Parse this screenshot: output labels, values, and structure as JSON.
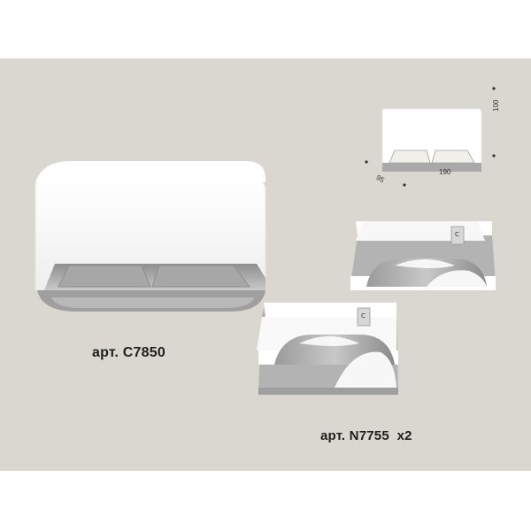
{
  "labels": {
    "housing": "арт. C7850",
    "insert": "арт. N7755  x2"
  },
  "dimensions": {
    "height": "100",
    "width": "190",
    "depth": "95"
  },
  "colors": {
    "background": "#dad7d0",
    "fixture": "#ffffff",
    "inner": "#b4b4b4"
  }
}
